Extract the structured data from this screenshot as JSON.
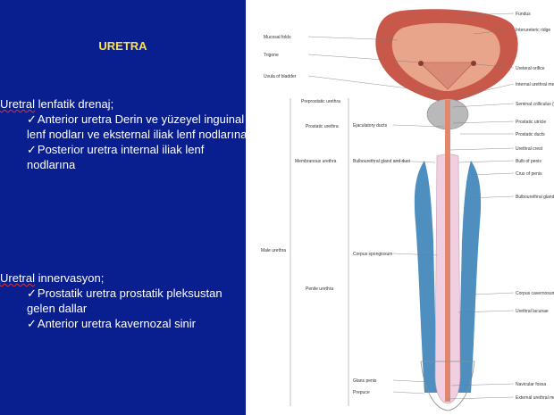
{
  "slide": {
    "title": "URETRA",
    "lymph": {
      "heading_a": "Uretral",
      "heading_b": " lenfatik drenaj;",
      "items": [
        {
          "text": "Anterior uretra Derin ve yüzeyel inguinal lenf nodları ve eksternal iliak lenf nodlarına"
        },
        {
          "text": "Posterior uretra internal iliak lenf nodlarına"
        }
      ]
    },
    "innervation": {
      "heading_a": "Uretral",
      "heading_b": " innervasyon;",
      "items": [
        {
          "text": "Prostatik uretra prostatik pleksustan gelen dallar"
        },
        {
          "text": "Anterior uretra  kavernozal sinir"
        }
      ]
    },
    "check_glyph": "✓"
  },
  "figure": {
    "labels_right": [
      "Fundus",
      "Interureteric ridge",
      "Ureteral orifice",
      "Internal urethral meatus (bladder neck)",
      "Seminal colliculus (verumontanum)",
      "Prostatic utricle",
      "Prostatic ducts",
      "Urethral crest",
      "Bulb of penis",
      "Crus of penis",
      "Bulbourethral glands",
      "Corpus cavernosum",
      "Urethral lacunae",
      "Navicular fossa",
      "External urethral meatus (orifice)"
    ],
    "labels_left": [
      "Mucosal folds",
      "Trigone",
      "Uvula of bladder",
      "Ejaculatory ducts",
      "Bulbourethral gland and duct",
      "Corpus spongiosum",
      "Glans penis",
      "Prepuce"
    ],
    "bracket_labels": [
      "Preprostatic urethra",
      "Prostatic urethra",
      "Membranous urethra",
      "Male urethra",
      "Penile urethra"
    ],
    "colors": {
      "bladder": "#c8584a",
      "mucosa": "#e9a48c",
      "spongiosum": "#f0cfe0",
      "cavernosum": "#4f8fc0",
      "bg_left": "#0a1f8f",
      "title": "#ffe04a"
    }
  }
}
